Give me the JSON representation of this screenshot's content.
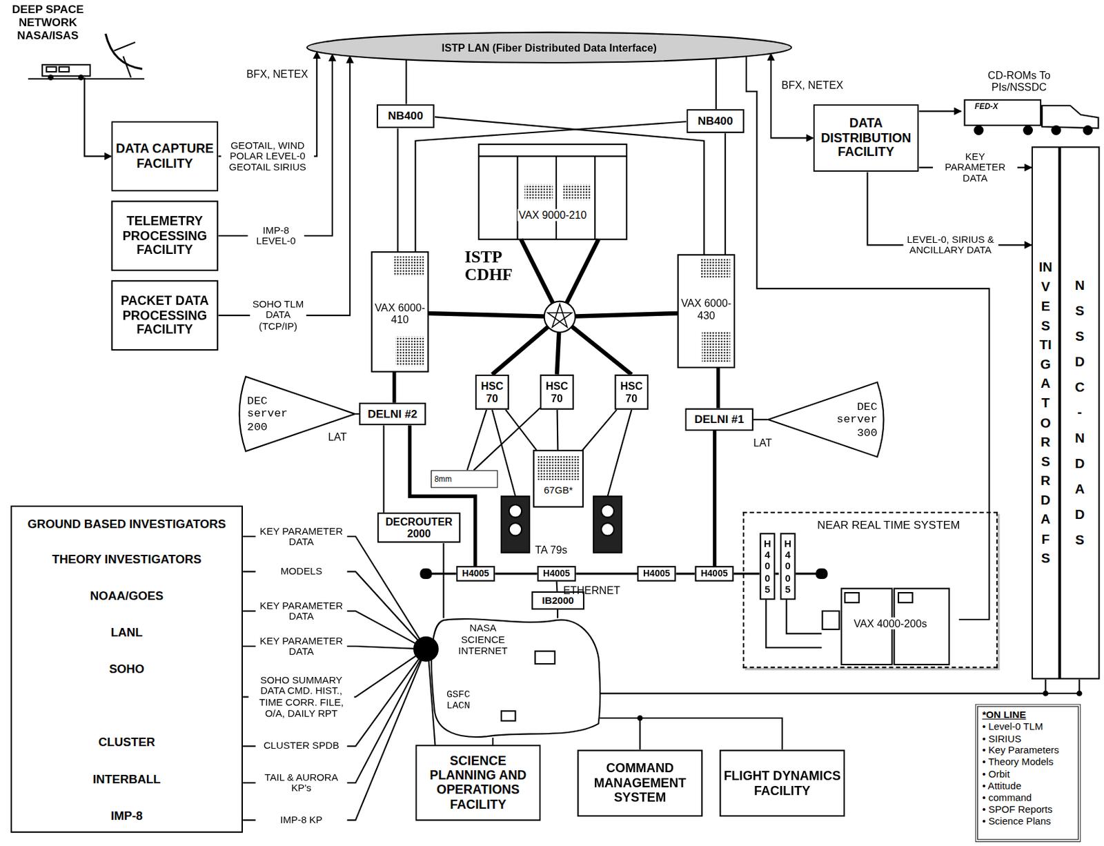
{
  "diagram": {
    "nodes": [
      {
        "text": [
          "DEEP SPACE NETWORK NASA/ISAS"
        ]
      },
      {
        "text": [
          "ISTP LAN (Fiber Distributed Data Interface)"
        ]
      },
      {
        "text": [
          "DATA CAPTURE FACILITY"
        ]
      },
      {
        "text": [
          "TELEMETRY PROCESSING FACILITY"
        ]
      },
      {
        "text": [
          "PACKET DATA PROCESSING FACILITY"
        ]
      },
      {
        "text": [
          "NB400"
        ]
      },
      {
        "text": [
          "NB400"
        ]
      },
      {
        "text": [
          "VAX 9000-210"
        ]
      },
      {
        "text": [
          "VAX 6000-410"
        ]
      },
      {
        "text": [
          "VAX 6000-430"
        ]
      },
      {
        "text": [
          "HSC 70"
        ]
      },
      {
        "text": [
          "HSC 70"
        ]
      },
      {
        "text": [
          "HSC 70"
        ]
      },
      {
        "text": [
          "DEC server 200"
        ]
      },
      {
        "text": [
          "DELNI #2"
        ]
      },
      {
        "text": [
          "DELNI #1"
        ]
      },
      {
        "text": [
          "DEC server 300"
        ]
      },
      {
        "text": [
          "8mm"
        ]
      },
      {
        "text": [
          "67GB*"
        ]
      },
      {
        "text": [
          "DECROUTER 2000"
        ]
      },
      {
        "text": [
          "H4005"
        ]
      },
      {
        "text": [
          "H4005"
        ]
      },
      {
        "text": [
          "H4005"
        ]
      },
      {
        "text": [
          "H4005"
        ]
      },
      {
        "text": [
          "NEAR REAL TIME SYSTEM"
        ]
      },
      {
        "text": [
          "H4005"
        ],
        "in": 24
      },
      {
        "text": [
          "H4005"
        ],
        "in": 24
      },
      {
        "text": [
          "VAX 4000-200s"
        ],
        "in": 24
      },
      {
        "text": [
          "IB2000"
        ]
      },
      {
        "text": [
          "NASA SCIENCE INTERNET",
          "GSFC LACN"
        ]
      },
      {
        "text": [
          "DATA DISTRIBUTION FACILITY"
        ]
      },
      {
        "text": [
          "CD-ROMs To PIs/NSSDC",
          "FED-X"
        ]
      },
      {
        "text": [
          "INVESTIGATORS RDAFS"
        ]
      },
      {
        "text": [
          "NSSDC - NDADS"
        ]
      },
      {
        "text": [
          "GROUND BASED INVESTIGATORS",
          "THEORY INVESTIGATORS",
          "NOAA/GOES",
          "LANL",
          "SOHO",
          "CLUSTER",
          "INTERBALL",
          "IMP-8"
        ]
      },
      {
        "text": [
          "SCIENCE PLANNING AND OPERATIONS FACILITY"
        ]
      },
      {
        "text": [
          "COMMAND MANAGEMENT SYSTEM"
        ]
      },
      {
        "text": [
          "FLIGHT DYNAMICS FACILITY"
        ]
      },
      {
        "text": [
          "*ON LINE",
          "• Level-0 TLM",
          "• SIRIUS",
          "• Key Parameters",
          "• Theory Models",
          "• Orbit",
          "• Attitude",
          "• command",
          "• SPOF Reports",
          "• Science Plans"
        ]
      }
    ],
    "edges": [
      {
        "from": 0,
        "to": 2,
        "arrow": "to"
      },
      {
        "from": 2,
        "to": 1,
        "arrow": "to",
        "label": "GEOTAIL, WIND POLAR LEVEL-0 GEOTAIL SIRIUS"
      },
      {
        "from": 3,
        "to": 1,
        "arrow": "to",
        "label": "IMP-8 LEVEL-0"
      },
      {
        "from": 4,
        "to": 1,
        "arrow": "to",
        "label": "SOHO TLM DATA (TCP/IP)"
      },
      {
        "from": 1,
        "to": 30,
        "arrow": "both"
      },
      {
        "from": 30,
        "to": 31,
        "arrow": "to"
      },
      {
        "from": 30,
        "to": 32,
        "arrow": "to",
        "label": "KEY PARAMETER DATA"
      },
      {
        "from": 30,
        "to": 32,
        "arrow": "to",
        "label": "LEVEL-0, SIRIUS & ANCILLARY DATA"
      },
      {
        "from": 1,
        "to": 5,
        "arrow": "none"
      },
      {
        "from": 1,
        "to": 6,
        "arrow": "none"
      },
      {
        "from": 5,
        "to": 8,
        "arrow": "none"
      },
      {
        "from": 6,
        "to": 9,
        "arrow": "none"
      },
      {
        "from": 5,
        "to": 9,
        "arrow": "none"
      },
      {
        "from": 6,
        "to": 8,
        "arrow": "none"
      },
      {
        "from": 1,
        "to": 27,
        "arrow": "none"
      },
      {
        "from": 8,
        "to": 14,
        "arrow": "none"
      },
      {
        "from": 13,
        "to": 14,
        "arrow": "none"
      },
      {
        "from": 9,
        "to": 15,
        "arrow": "none"
      },
      {
        "from": 16,
        "to": 15,
        "arrow": "none"
      },
      {
        "from": 14,
        "to": 19,
        "arrow": "none"
      },
      {
        "from": 14,
        "to": 20,
        "arrow": "none"
      },
      {
        "from": 15,
        "to": 23,
        "arrow": "none"
      },
      {
        "from": 20,
        "to": 21,
        "arrow": "none"
      },
      {
        "from": 21,
        "to": 22,
        "arrow": "none"
      },
      {
        "from": 22,
        "to": 23,
        "arrow": "none"
      },
      {
        "from": 23,
        "to": 25,
        "arrow": "none"
      },
      {
        "from": 25,
        "to": 27,
        "arrow": "none"
      },
      {
        "from": 26,
        "to": 27,
        "arrow": "none"
      },
      {
        "from": 19,
        "to": 29,
        "arrow": "none"
      },
      {
        "from": 21,
        "to": 28,
        "arrow": "none"
      },
      {
        "from": 28,
        "to": 29,
        "arrow": "none"
      },
      {
        "from": 29,
        "to": 35,
        "arrow": "none"
      },
      {
        "from": 29,
        "to": 36,
        "arrow": "none"
      },
      {
        "from": 29,
        "to": 37,
        "arrow": "none"
      },
      {
        "from": 29,
        "to": 32,
        "arrow": "none"
      },
      {
        "from": 29,
        "to": 33,
        "arrow": "none"
      },
      {
        "from": 34,
        "to": 29,
        "arrow": "none",
        "label": "KEY PARAMETER DATA"
      },
      {
        "from": 34,
        "to": 29,
        "arrow": "none",
        "label": "MODELS"
      },
      {
        "from": 34,
        "to": 29,
        "arrow": "none",
        "label": "KEY PARAMETER DATA"
      },
      {
        "from": 34,
        "to": 29,
        "arrow": "none",
        "label": "KEY PARAMETER DATA"
      },
      {
        "from": 34,
        "to": 29,
        "arrow": "none",
        "label": "SOHO SUMMARY DATA CMD. HIST., TIME CORR. FILE, O/A, DAILY RPT"
      },
      {
        "from": 34,
        "to": 29,
        "arrow": "none",
        "label": "CLUSTER SPDB"
      },
      {
        "from": 34,
        "to": 29,
        "arrow": "none",
        "label": "TAIL & AURORA KP's"
      },
      {
        "from": 34,
        "to": 29,
        "arrow": "none",
        "label": "IMP-8 KP"
      },
      {
        "from": 10,
        "to": 18,
        "arrow": "none"
      },
      {
        "from": 10,
        "to": 17,
        "arrow": "none"
      },
      {
        "from": 11,
        "to": 17,
        "arrow": "none"
      },
      {
        "from": 11,
        "to": 18,
        "arrow": "none"
      },
      {
        "from": 12,
        "to": 18,
        "arrow": "none"
      }
    ],
    "labels": [
      "BFX, NETEX",
      "BFX, NETEX",
      "ISTP CDHF",
      "LAT",
      "LAT",
      "TA 79s",
      "ETHERNET"
    ]
  }
}
